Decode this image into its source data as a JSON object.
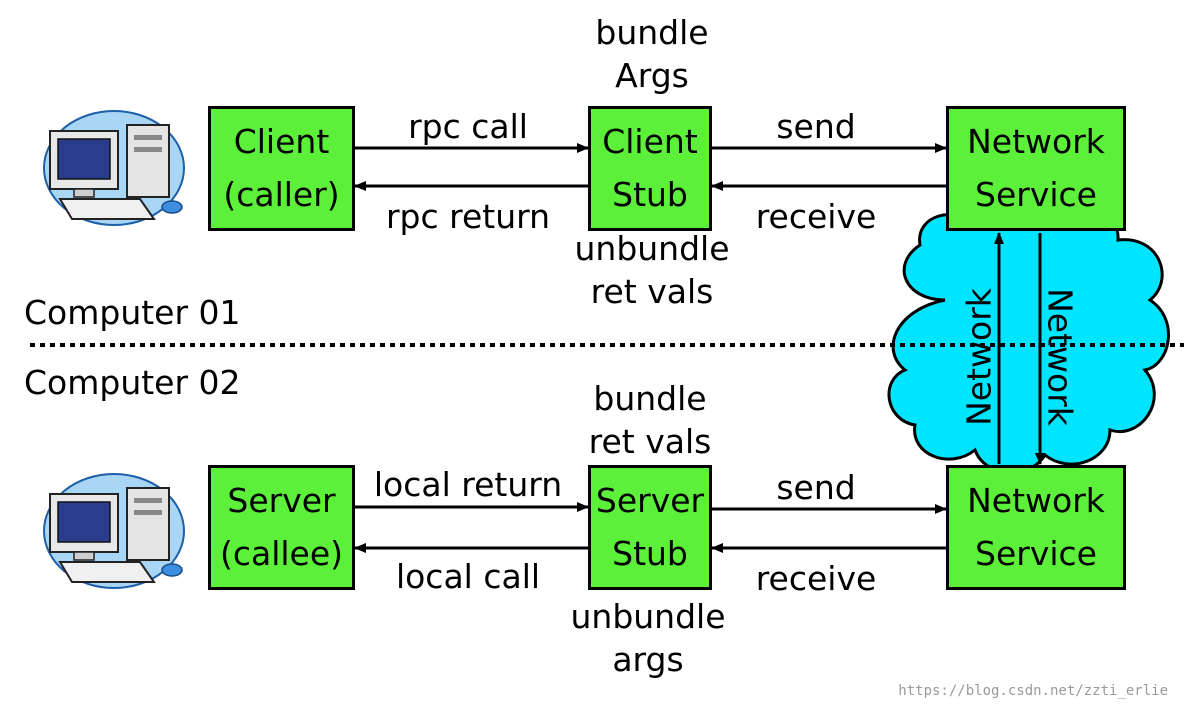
{
  "client_side": {
    "client_box": {
      "line1": "Client",
      "line2": "(caller)"
    },
    "client_stub": {
      "line1": "Client",
      "line2": "Stub"
    },
    "network_service": {
      "line1": "Network",
      "line2": "Service"
    },
    "rpc_call": "rpc call",
    "rpc_return": "rpc return",
    "send": "send",
    "receive": "receive",
    "bundle_top": {
      "line1": "bundle",
      "line2": "Args"
    },
    "unbundle_bottom": {
      "line1": "unbundle",
      "line2": "ret vals"
    }
  },
  "server_side": {
    "server_box": {
      "line1": "Server",
      "line2": "(callee)"
    },
    "server_stub": {
      "line1": "Server",
      "line2": "Stub"
    },
    "network_service": {
      "line1": "Network",
      "line2": "Service"
    },
    "local_return": "local return",
    "local_call": "local call",
    "send": "send",
    "receive": "receive",
    "bundle_top": {
      "line1": "bundle",
      "line2": "ret vals"
    },
    "unbundle_bottom": {
      "line1": "unbundle",
      "line2": "args"
    }
  },
  "computer_labels": {
    "top": "Computer 01",
    "bottom": "Computer 02"
  },
  "network_labels": {
    "up": "Network",
    "down": "Network"
  },
  "watermark": "https://blog.csdn.net/zzti_erlie",
  "colors": {
    "box_fill": "#5cf03a",
    "cloud_fill": "#00e5ff",
    "line": "#000000"
  },
  "icons": [
    "desktop-computer-icon",
    "network-cloud-icon"
  ]
}
